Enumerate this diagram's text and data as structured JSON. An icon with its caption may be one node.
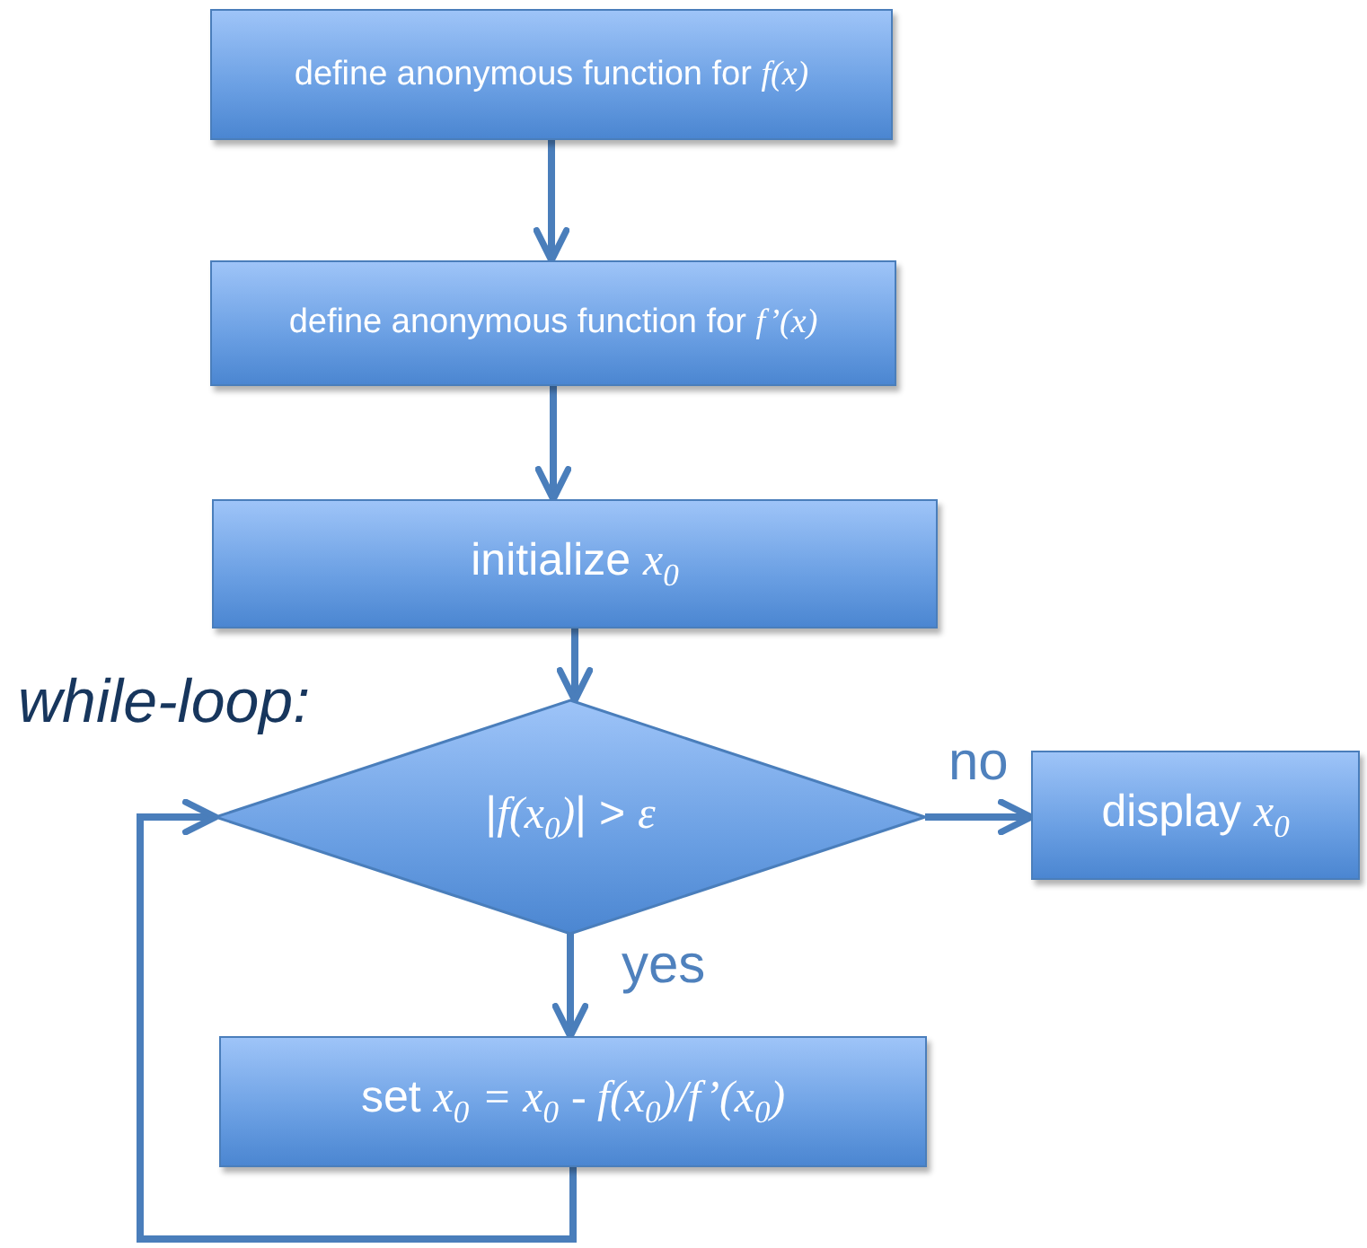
{
  "diagram": {
    "nodes": [
      {
        "text": [
          "define anonymous function for *f(x)*"
        ]
      },
      {
        "text": [
          "define anonymous function for *f’(x)*"
        ]
      },
      {
        "text": [
          "initialize *x*$_{0}$"
        ]
      },
      {
        "text": [
          "|*f(x*$_{0}$*)*| > *ε*"
        ]
      },
      {
        "text": [
          "display *x*$_{0}$"
        ]
      },
      {
        "text": [
          "set *x*$_{0}$ *= x*$_{0}$ *- f(x*$_{0}$*)/f’(x*$_{0}$*)*"
        ]
      }
    ],
    "edges": [
      {
        "from": 0,
        "to": 1,
        "arrow": "to"
      },
      {
        "from": 1,
        "to": 2,
        "arrow": "to"
      },
      {
        "from": 2,
        "to": 3,
        "arrow": "to"
      },
      {
        "from": 3,
        "to": 4,
        "label": "no",
        "arrow": "to"
      },
      {
        "from": 3,
        "to": 5,
        "label": "yes",
        "arrow": "to"
      },
      {
        "from": 5,
        "to": 3,
        "arrow": "to"
      }
    ],
    "labels": [
      "while-loop:"
    ]
  }
}
